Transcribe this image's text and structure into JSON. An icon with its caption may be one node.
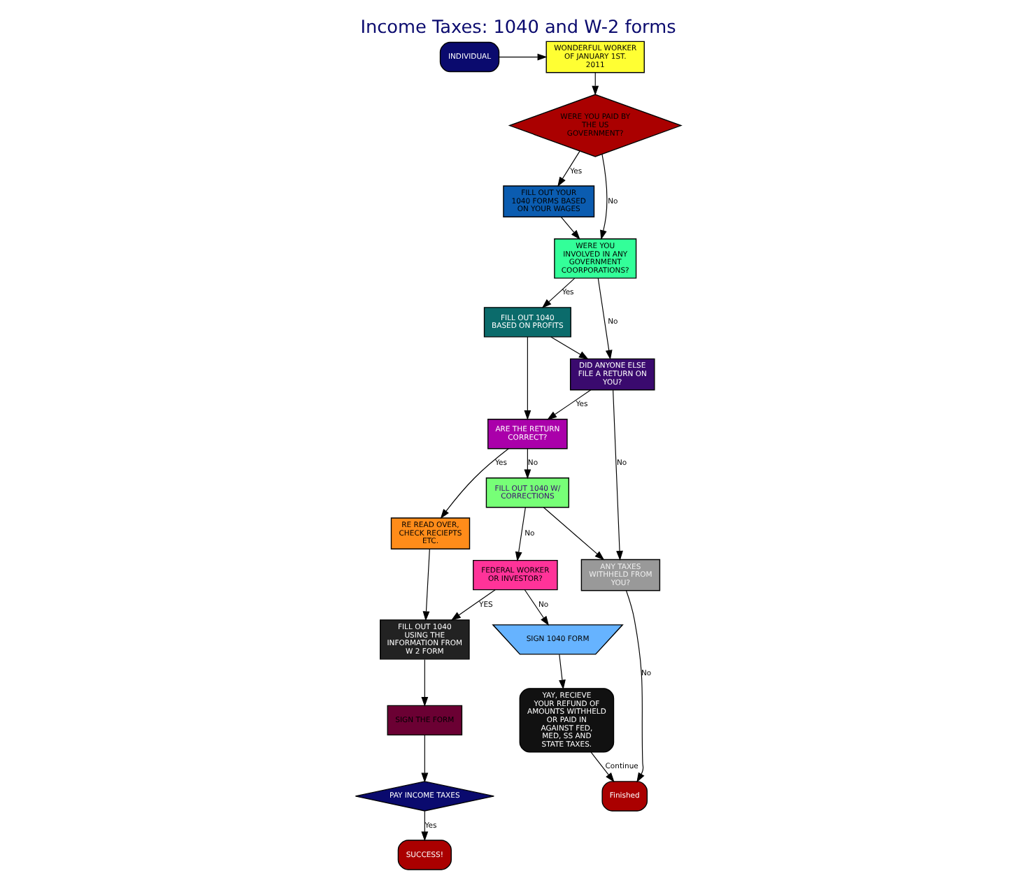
{
  "diagram": {
    "title": "Income Taxes: 1040 and W-2 forms",
    "nodes": [
      {
        "text": [
          "INDIVIDUAL"
        ]
      },
      {
        "text": [
          "WONDERFUL WORKER OF JANUARY 1ST. 2011"
        ]
      },
      {
        "text": [
          "WERE YOU PAID BY THE US GOVERNMENT?"
        ]
      },
      {
        "text": [
          "FILL OUT YOUR 1040 FORMS BASED ON YOUR WAGES"
        ]
      },
      {
        "text": [
          "RE READ OVER, CHECK RECIEPTS ETC."
        ]
      },
      {
        "text": [
          "WERE YOU INVOLVED IN ANY GOVERNMENT COORPORATIONS?"
        ]
      },
      {
        "text": [
          "FILL OUT 1040 BASED ON PROFITS"
        ]
      },
      {
        "text": [
          "FILL OUT 1040 USING THE INFORMATION FROM W 2 FORM"
        ]
      },
      {
        "text": [
          "ARE THE RETURN CORRECT?"
        ]
      },
      {
        "text": [
          "DID ANYONE ELSE FILE A RETURN ON YOU?"
        ]
      },
      {
        "text": [
          "SIGN THE FORM"
        ]
      },
      {
        "text": [
          "FILL OUT 1040 W/ CORRECTIONS"
        ]
      },
      {
        "text": [
          "ANY TAXES WITHHELD FROM YOU?"
        ]
      },
      {
        "text": [
          "FEDERAL WORKER OR INVESTOR?"
        ]
      },
      {
        "text": [
          "PAY INCOME TAXES"
        ]
      },
      {
        "text": [
          "Finished"
        ]
      },
      {
        "text": [
          "YAY, RECIEVE YOUR REFUND OF AMOUNTS WITHHELD OR PAID IN AGAINST FED, MED, SS AND STATE TAXES."
        ]
      },
      {
        "text": [
          "SIGN 1040 FORM"
        ]
      },
      {
        "text": [
          "SUCCESS!"
        ]
      }
    ],
    "edges": [
      {
        "from": 0,
        "to": 1,
        "arrow": "to"
      },
      {
        "from": 1,
        "to": 2,
        "arrow": "to"
      },
      {
        "from": 2,
        "to": 3,
        "arrow": "to",
        "label": "Yes"
      },
      {
        "from": 2,
        "to": 5,
        "arrow": "to",
        "label": "No"
      },
      {
        "from": 3,
        "to": 5,
        "arrow": "to"
      },
      {
        "from": 5,
        "to": 6,
        "arrow": "to",
        "label": "Yes"
      },
      {
        "from": 5,
        "to": 9,
        "arrow": "to",
        "label": "No"
      },
      {
        "from": 6,
        "to": 8,
        "arrow": "to"
      },
      {
        "from": 6,
        "to": 9,
        "arrow": "to"
      },
      {
        "from": 9,
        "to": 8,
        "arrow": "to",
        "label": "Yes"
      },
      {
        "from": 8,
        "to": 4,
        "arrow": "to",
        "label": "Yes"
      },
      {
        "from": 8,
        "to": 11,
        "arrow": "to",
        "label": "No"
      },
      {
        "from": 4,
        "to": 7,
        "arrow": "to"
      },
      {
        "from": 7,
        "to": 10,
        "arrow": "to"
      },
      {
        "from": 10,
        "to": 14,
        "arrow": "to"
      },
      {
        "from": 14,
        "to": 18,
        "arrow": "to",
        "label": "Yes"
      },
      {
        "from": 9,
        "to": 12,
        "arrow": "to",
        "label": "No"
      },
      {
        "from": 11,
        "to": 12,
        "arrow": "to"
      },
      {
        "from": 11,
        "to": 13,
        "arrow": "to",
        "label": "No"
      },
      {
        "from": 13,
        "to": 7,
        "arrow": "to",
        "label": "YES"
      },
      {
        "from": 13,
        "to": 17,
        "arrow": "to",
        "label": "No"
      },
      {
        "from": 17,
        "to": 16,
        "arrow": "to"
      },
      {
        "from": 16,
        "to": 15,
        "arrow": "to",
        "label": "Continue"
      },
      {
        "from": 12,
        "to": 15,
        "arrow": "to",
        "label": "No"
      }
    ]
  }
}
